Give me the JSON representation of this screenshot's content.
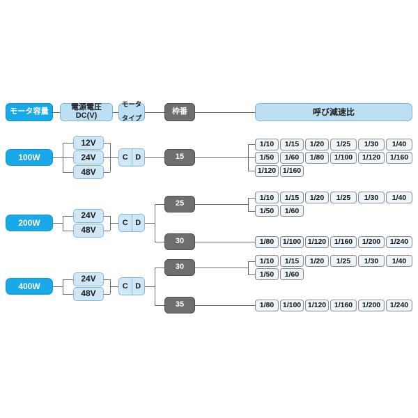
{
  "header": {
    "items": [
      {
        "label": "モータ容量",
        "kind": "cap"
      },
      {
        "label": "電源電圧DC(V)",
        "kind": "light"
      },
      {
        "label": "モータ\nタイプ",
        "kind": "light-small"
      },
      {
        "label": "枠番",
        "kind": "gray"
      },
      {
        "label": "呼び減速比",
        "kind": "wide"
      }
    ]
  },
  "groups": [
    {
      "power": "100W",
      "voltages": [
        "12V",
        "24V",
        "48V"
      ],
      "motor_types": [
        "C",
        "D"
      ],
      "frames": [
        {
          "frame": "15",
          "ratio_rows": [
            [
              "1/10",
              "1/15",
              "1/20",
              "1/25",
              "1/30",
              "1/40"
            ],
            [
              "1/50",
              "1/60",
              "1/80",
              "1/100",
              "1/120",
              "1/160"
            ],
            [
              "1/120",
              "1/160"
            ]
          ]
        }
      ]
    },
    {
      "power": "200W",
      "voltages": [
        "24V",
        "48V"
      ],
      "motor_types": [
        "C",
        "D"
      ],
      "frames": [
        {
          "frame": "25",
          "ratio_rows": [
            [
              "1/10",
              "1/15",
              "1/20",
              "1/25",
              "1/30",
              "1/40"
            ],
            [
              "1/50",
              "1/60"
            ]
          ]
        },
        {
          "frame": "30",
          "ratio_rows": [
            [
              "1/80",
              "1/100",
              "1/120",
              "1/160",
              "1/200",
              "1/240"
            ]
          ]
        }
      ]
    },
    {
      "power": "400W",
      "voltages": [
        "24V",
        "48V"
      ],
      "motor_types": [
        "C",
        "D"
      ],
      "frames": [
        {
          "frame": "30",
          "ratio_rows": [
            [
              "1/10",
              "1/15",
              "1/20",
              "1/25",
              "1/30",
              "1/40"
            ],
            [
              "1/50",
              "1/60"
            ]
          ]
        },
        {
          "frame": "35",
          "ratio_rows": [
            [
              "1/80",
              "1/100",
              "1/120",
              "1/160",
              "1/200",
              "1/240"
            ]
          ]
        }
      ]
    }
  ],
  "colors": {
    "accent_blue": "#19a9e9",
    "light_blue": "#cfe7f7",
    "header_blue": "#bcdff3",
    "gray_box": "#6e6e6e",
    "line": "#6b6b6b",
    "chip_fill": "#eef5fb"
  }
}
